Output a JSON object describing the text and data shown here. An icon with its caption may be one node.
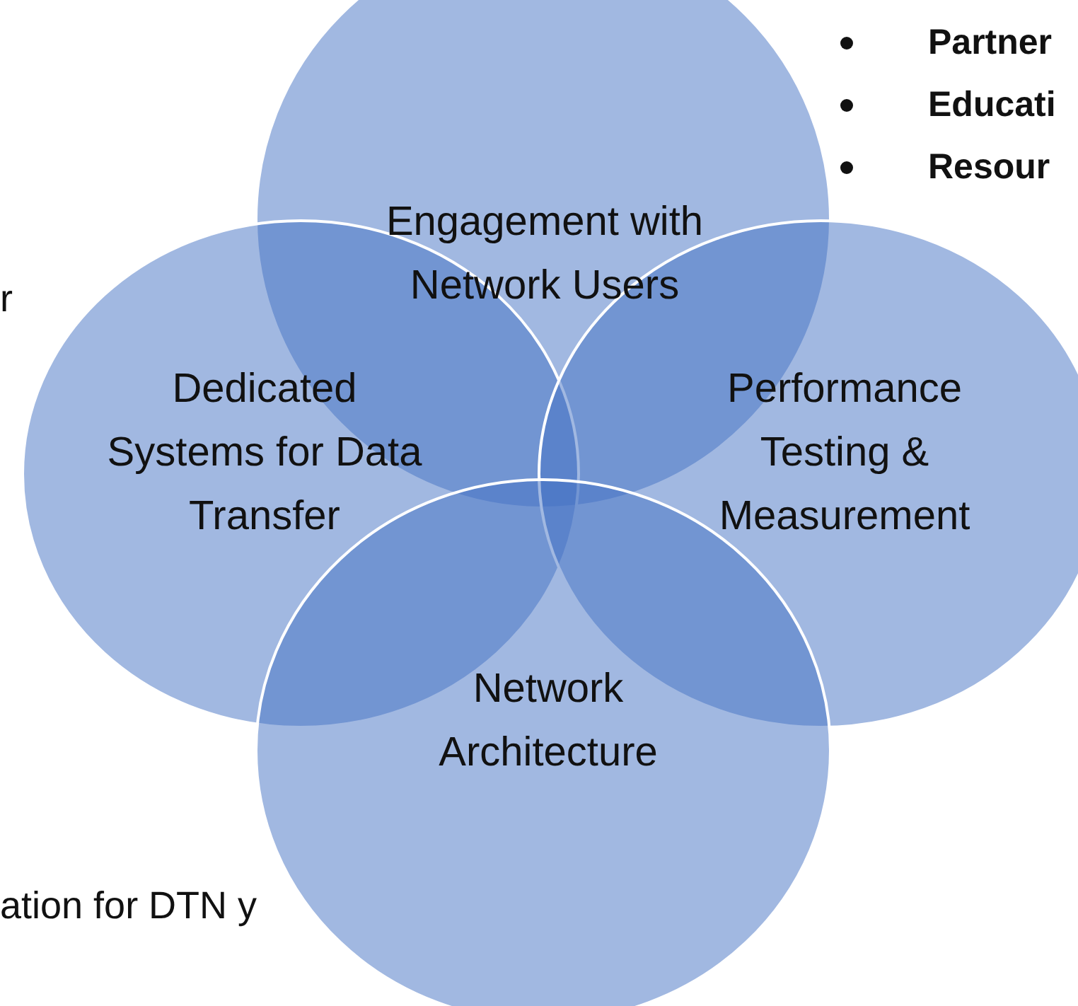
{
  "diagram": {
    "nodes": [
      {
        "text": [
          "Engagement with Network Users"
        ]
      },
      {
        "text": [
          "Dedicated Systems for Data Transfer"
        ]
      },
      {
        "text": [
          "Performance Testing & Measurement"
        ]
      },
      {
        "text": [
          "Network Architecture"
        ]
      }
    ],
    "labels": [
      "Partner",
      "Educati",
      "Resour",
      "r",
      "ation for DTN y"
    ]
  }
}
